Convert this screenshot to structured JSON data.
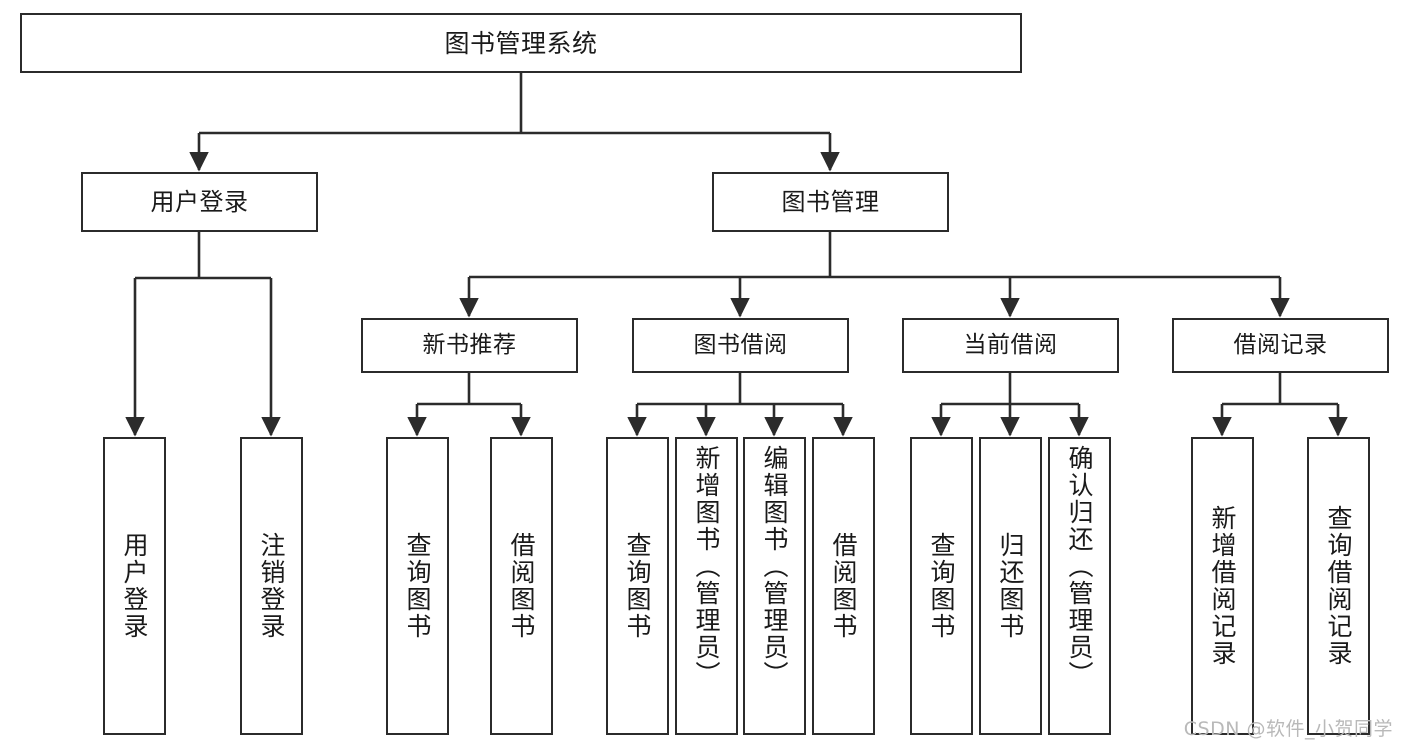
{
  "diagram": {
    "title": "图书管理系统",
    "type": "tree-hierarchy",
    "watermark": "CSDN @软件_小贺同学",
    "colors": {
      "stroke": "#2b2b2b",
      "fill": "#ffffff",
      "text": "#1a1a1a",
      "watermark": "#b9b9b9"
    }
  },
  "nodes": {
    "root": {
      "label": "图书管理系统"
    },
    "level1": [
      {
        "id": "user-login",
        "label": "用户登录"
      },
      {
        "id": "book-management",
        "label": "图书管理"
      }
    ],
    "level2": [
      {
        "id": "new-book-recommend",
        "label": "新书推荐"
      },
      {
        "id": "book-borrow",
        "label": "图书借阅"
      },
      {
        "id": "current-borrow",
        "label": "当前借阅"
      },
      {
        "id": "borrow-record",
        "label": "借阅记录"
      }
    ],
    "leaves": {
      "user_login": [
        {
          "id": "leaf-user-login",
          "label": "用户登录"
        },
        {
          "id": "leaf-logout",
          "label": "注销登录"
        }
      ],
      "new_book_recommend": [
        {
          "id": "leaf-query-book-1",
          "label": "查询图书"
        },
        {
          "id": "leaf-borrow-book-1",
          "label": "借阅图书"
        }
      ],
      "book_borrow": [
        {
          "id": "leaf-query-book-2",
          "label": "查询图书"
        },
        {
          "id": "leaf-add-book",
          "label": "新增图书（管理员）"
        },
        {
          "id": "leaf-edit-book",
          "label": "编辑图书（管理员）"
        },
        {
          "id": "leaf-borrow-book-2",
          "label": "借阅图书"
        }
      ],
      "current_borrow": [
        {
          "id": "leaf-query-book-3",
          "label": "查询图书"
        },
        {
          "id": "leaf-return-book",
          "label": "归还图书"
        },
        {
          "id": "leaf-confirm-return",
          "label": "确认归还（管理员）"
        }
      ],
      "borrow_record": [
        {
          "id": "leaf-add-record",
          "label": "新增借阅记录"
        },
        {
          "id": "leaf-query-record",
          "label": "查询借阅记录"
        }
      ]
    }
  }
}
